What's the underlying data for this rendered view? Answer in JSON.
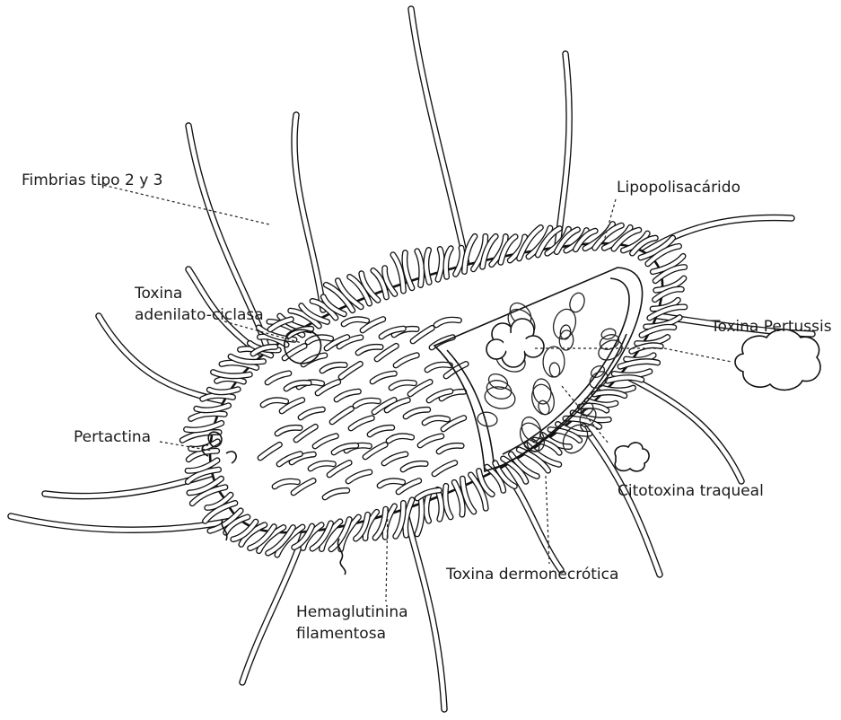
{
  "labels": {
    "fimbrias": "Fimbrias tipo 2 y 3",
    "lipopolisacarido": "Lipopolisacárido",
    "adenilato_line1": "Toxina",
    "adenilato_line2": "adenilato-ciclasa",
    "pertussis": "Toxina Pertussis",
    "pertactina": "Pertactina",
    "citotoxina": "Citotoxina traqueal",
    "dermonecrotica": "Toxina dermonecrótica",
    "hemaglutinina_line1": "Hemaglutinina",
    "hemaglutinina_line2": "filamentosa"
  }
}
